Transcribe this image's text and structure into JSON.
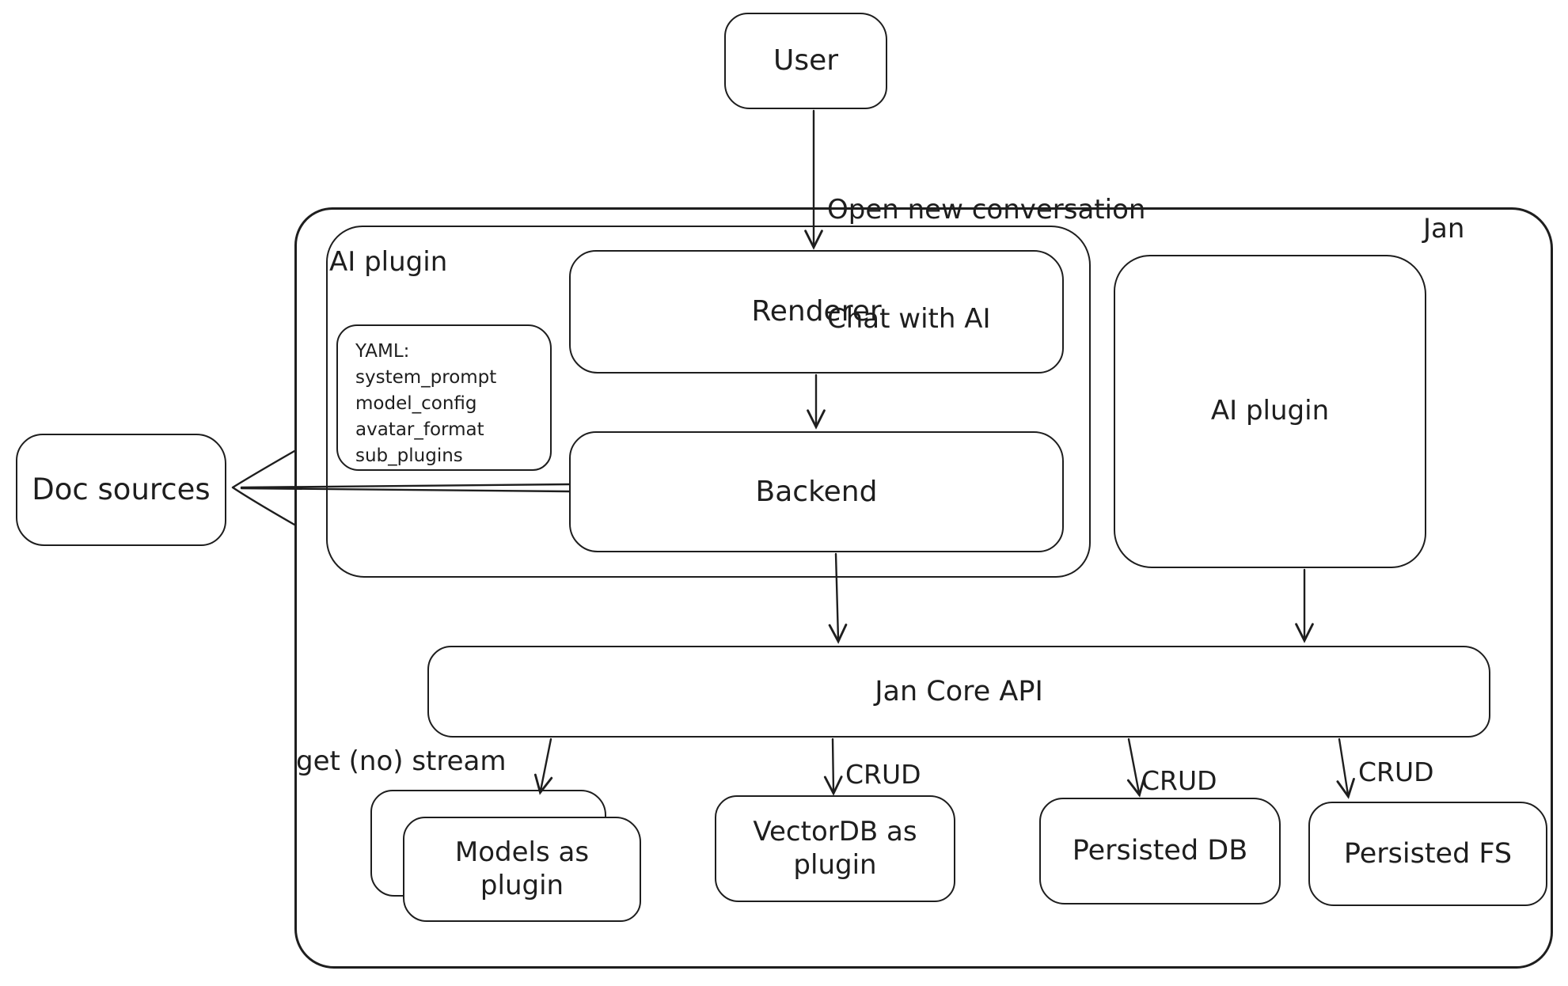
{
  "colors": {
    "stroke": "#1e1e1e",
    "background": "#ffffff"
  },
  "nodes": {
    "user": "User",
    "jan": "Jan",
    "ai_plugin_container": "AI plugin",
    "renderer": "Renderer",
    "backend": "Backend",
    "doc_sources": "Doc sources",
    "ai_plugin_right": "AI plugin",
    "jan_core_api": "Jan Core API",
    "models_as_plugin": "Models as plugin",
    "vectordb_as_plugin": "VectorDB as plugin",
    "persisted_db": "Persisted DB",
    "persisted_fs": "Persisted FS"
  },
  "yaml_note": {
    "lines": [
      "YAML:",
      "system_prompt",
      "model_config",
      "avatar_format",
      "sub_plugins"
    ]
  },
  "edge_labels": {
    "user_action_lines": [
      "Open new conversation",
      "Chat with AI"
    ],
    "get_stream": "get (no) stream",
    "crud": [
      "CRUD",
      "CRUD",
      "CRUD"
    ]
  }
}
